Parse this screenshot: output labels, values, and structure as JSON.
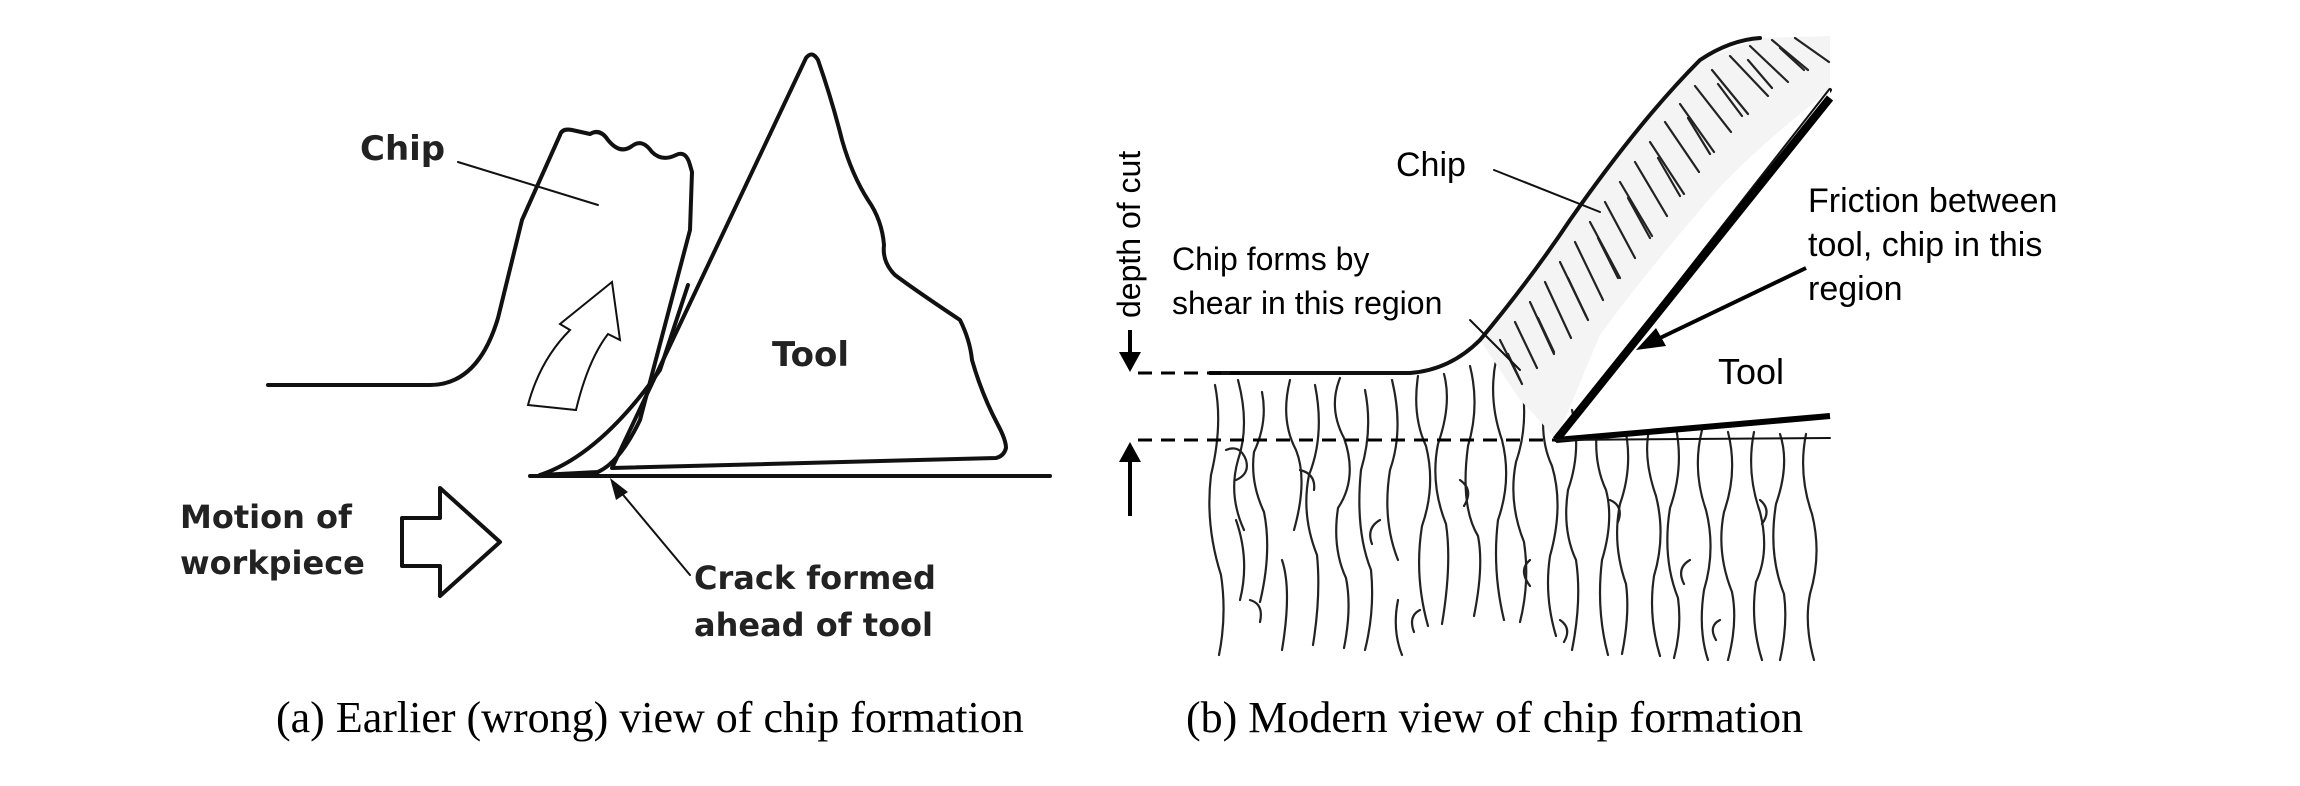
{
  "panel_a": {
    "chip_label": "Chip",
    "tool_label": "Tool",
    "motion_label_line1": "Motion of",
    "motion_label_line2": "workpiece",
    "crack_label_line1": "Crack formed",
    "crack_label_line2": "ahead of tool",
    "caption": "(a) Earlier (wrong) view of chip formation"
  },
  "panel_b": {
    "depth_label": "depth of cut",
    "chip_label": "Chip",
    "shear_label_line1": "Chip forms by",
    "shear_label_line2": "shear in this region",
    "friction_label_line1": "Friction between",
    "friction_label_line2": "tool, chip in this",
    "friction_label_line3": "region",
    "tool_label": "Tool",
    "caption": "(b) Modern view of chip formation"
  }
}
